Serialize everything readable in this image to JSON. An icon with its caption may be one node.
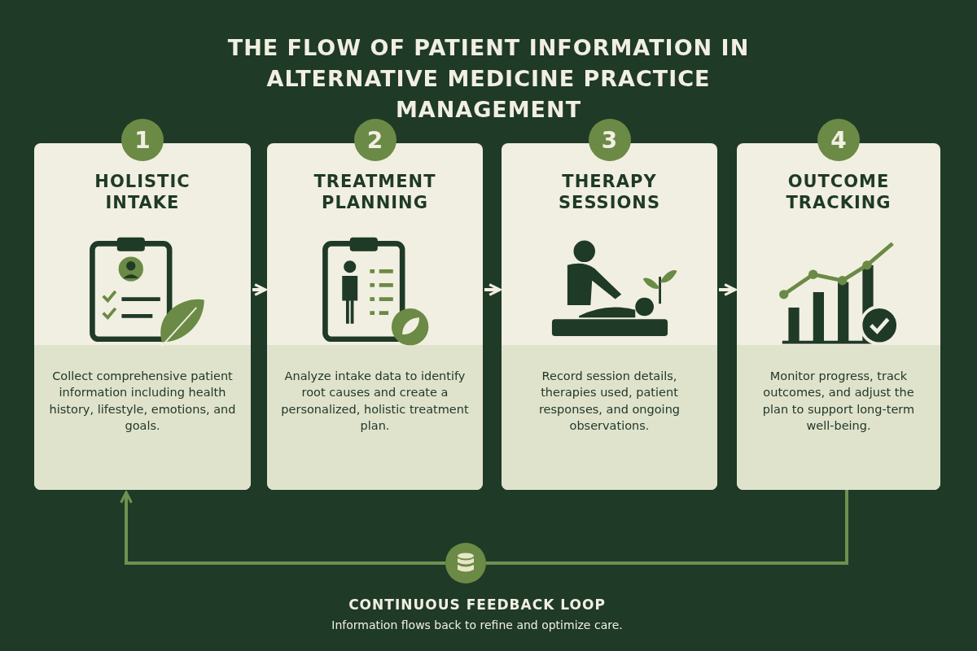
{
  "diagram": {
    "title": "THE FLOW OF PATIENT INFORMATION IN ALTERNATIVE MEDICINE PRACTICE MANAGEMENT",
    "nodes": [
      {
        "text": [
          "1",
          "HOLISTIC INTAKE",
          "Collect comprehensive patient information including health history, lifestyle, emotions, and goals."
        ]
      },
      {
        "text": [
          "2",
          "TREATMENT PLANNING",
          "Analyze intake data to identify root causes and create a personalized, holistic treatment plan."
        ]
      },
      {
        "text": [
          "3",
          "THERAPY SESSIONS",
          "Record session details, therapies used, patient responses, and ongoing observations."
        ]
      },
      {
        "text": [
          "4",
          "OUTCOME TRACKING",
          "Monitor progress, track outcomes, and adjust the plan to support long-term well-being."
        ]
      },
      {
        "text": [],
        "shape": "circle"
      }
    ],
    "edges": [
      {
        "from": 0,
        "to": 1,
        "arrow": "to"
      },
      {
        "from": 1,
        "to": 2,
        "arrow": "to"
      },
      {
        "from": 2,
        "to": 3,
        "arrow": "to"
      },
      {
        "from": 3,
        "to": 4,
        "arrow": "none",
        "color": "#6f9150"
      },
      {
        "from": 4,
        "to": 0,
        "arrow": "to",
        "color": "#6f9150"
      }
    ],
    "labels": [
      "CONTINUOUS FEEDBACK LOOP",
      "Information flows back to refine and optimize care."
    ]
  }
}
